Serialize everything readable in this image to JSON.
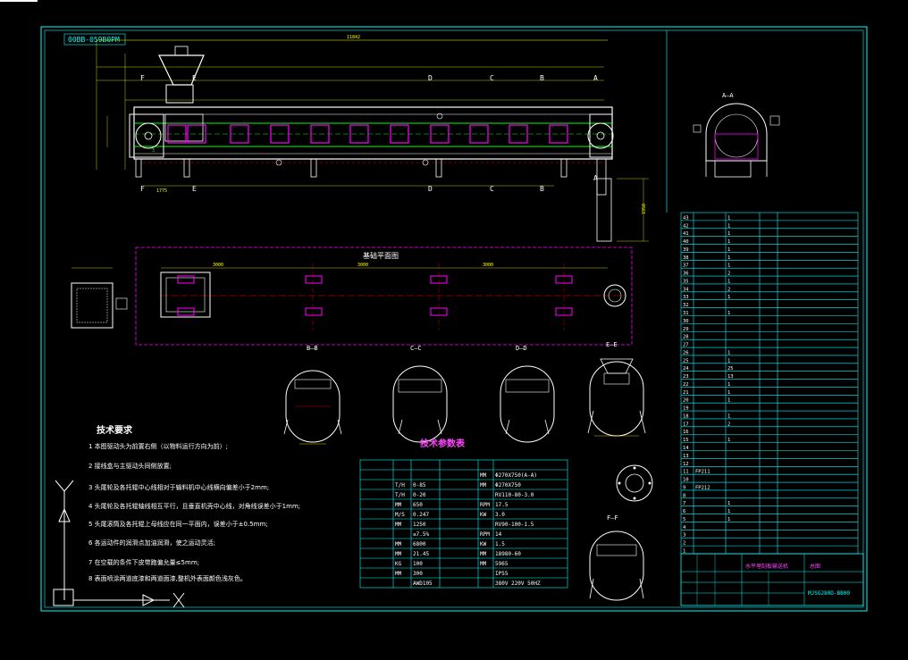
{
  "drawing_number": "00BB-059B0PM",
  "top_dimension": "11842",
  "section_marks": {
    "top": [
      "F",
      "E",
      "D",
      "C",
      "B",
      "A"
    ],
    "bottom": [
      "F",
      "E",
      "D",
      "C",
      "B",
      "A"
    ]
  },
  "section_titles": {
    "aa": "A—A",
    "bb": "B—B",
    "cc": "C—C",
    "dd": "D—D",
    "ee": "E—E",
    "ff": "F—F"
  },
  "plan_view_title": "基础平面图",
  "tech_requirements": {
    "title": "技术要求",
    "items": [
      "1 本图驱动头为前置右侧（以物料运行方向为前）;",
      "2 接线盒与主驱动头同侧放置;",
      "3 头尾轮及各托辊中心线相对于输料机中心线横向偏差小于2mm;",
      "4 头尾轮及各托辊轴线相互平行，且垂直机壳中心线，对角线误差小于1mm;",
      "5 头尾滚筒及各托辊上母线应在同一平面内，误差小于±0.5mm;",
      "6 各运动件的润滑点加油润滑，使之运动灵活;",
      "7 在空载的条件下皮带跑偏允量≤5mm;",
      "8 表面喷涂两道底漆和两道面漆,整机外表面颜色浅灰色。"
    ]
  },
  "params_table": {
    "title": "技术参数表",
    "rows": [
      [
        "",
        "",
        "",
        "",
        "",
        ""
      ],
      [
        "",
        "",
        "",
        "",
        "MM",
        "Φ270X750(A-A)"
      ],
      [
        "",
        "T/H",
        "0-85",
        "",
        "MM",
        "Φ270X750"
      ],
      [
        "",
        "T/H",
        "0-20",
        "",
        "",
        "RV110-80-3.0"
      ],
      [
        "",
        "MM",
        "650",
        "",
        "RPM",
        "17.5"
      ],
      [
        "",
        "M/S",
        "0.247",
        "",
        "KW",
        "3.0"
      ],
      [
        "",
        "MM",
        "1250",
        "",
        "",
        "RV90-100-1.5"
      ],
      [
        "",
        "",
        "≤7.5%",
        "",
        "RPM",
        "14"
      ],
      [
        "",
        "MM",
        "6800",
        "",
        "KW",
        "1.5"
      ],
      [
        "",
        "MM",
        "21.45",
        "",
        "MM",
        "18980-60"
      ],
      [
        "",
        "KG",
        "100",
        "",
        "MM",
        "5965"
      ],
      [
        "",
        "MM",
        "300",
        "",
        "",
        "IP55"
      ],
      [
        "",
        "",
        "AWD105",
        "",
        "",
        "380V 220V 50HZ"
      ]
    ]
  },
  "parts_list": {
    "rows": [
      [
        "43",
        "",
        "1",
        ""
      ],
      [
        "42",
        "",
        "1",
        ""
      ],
      [
        "41",
        "",
        "1",
        ""
      ],
      [
        "40",
        "",
        "1",
        ""
      ],
      [
        "39",
        "",
        "1",
        ""
      ],
      [
        "38",
        "",
        "1",
        ""
      ],
      [
        "37",
        "",
        "1",
        ""
      ],
      [
        "36",
        "",
        "2",
        ""
      ],
      [
        "35",
        "",
        "1",
        ""
      ],
      [
        "34",
        "",
        "2",
        ""
      ],
      [
        "33",
        "",
        "1",
        ""
      ],
      [
        "32",
        "",
        "",
        ""
      ],
      [
        "31",
        "",
        "1",
        ""
      ],
      [
        "30",
        "",
        "",
        ""
      ],
      [
        "29",
        "",
        "",
        ""
      ],
      [
        "28",
        "",
        "",
        ""
      ],
      [
        "27",
        "",
        "",
        ""
      ],
      [
        "26",
        "",
        "1",
        ""
      ],
      [
        "25",
        "",
        "1",
        ""
      ],
      [
        "24",
        "",
        "25",
        ""
      ],
      [
        "23",
        "",
        "13",
        ""
      ],
      [
        "22",
        "",
        "1",
        ""
      ],
      [
        "21",
        "",
        "1",
        ""
      ],
      [
        "20",
        "",
        "1",
        ""
      ],
      [
        "19",
        "",
        "",
        ""
      ],
      [
        "18",
        "",
        "1",
        ""
      ],
      [
        "17",
        "",
        "2",
        ""
      ],
      [
        "16",
        "",
        "",
        ""
      ],
      [
        "15",
        "",
        "1",
        ""
      ],
      [
        "14",
        "",
        "",
        ""
      ],
      [
        "13",
        "",
        "",
        ""
      ],
      [
        "12",
        "",
        "",
        ""
      ],
      [
        "11",
        "FP211",
        "",
        ""
      ],
      [
        "10",
        "",
        "",
        ""
      ],
      [
        "9",
        "FP212",
        "",
        ""
      ],
      [
        "8",
        "",
        "",
        ""
      ],
      [
        "7",
        "",
        "1",
        ""
      ],
      [
        "6",
        "",
        "1",
        ""
      ],
      [
        "5",
        "",
        "1",
        ""
      ],
      [
        "4",
        "",
        "",
        ""
      ],
      [
        "3",
        "",
        "",
        ""
      ],
      [
        "2",
        "",
        "",
        ""
      ],
      [
        "1",
        "",
        "",
        ""
      ]
    ]
  },
  "title_block": {
    "product_name": "水平埋刮板输送机",
    "scale": "总图",
    "drawing_code": "MJSG280D-BB00"
  },
  "colors": {
    "background": "#000000",
    "frame": "#00ffff",
    "equipment": "#ffffff",
    "conveyor": "#00ff00",
    "guides": "#ff00ff",
    "dimensions": "#ffff00"
  }
}
